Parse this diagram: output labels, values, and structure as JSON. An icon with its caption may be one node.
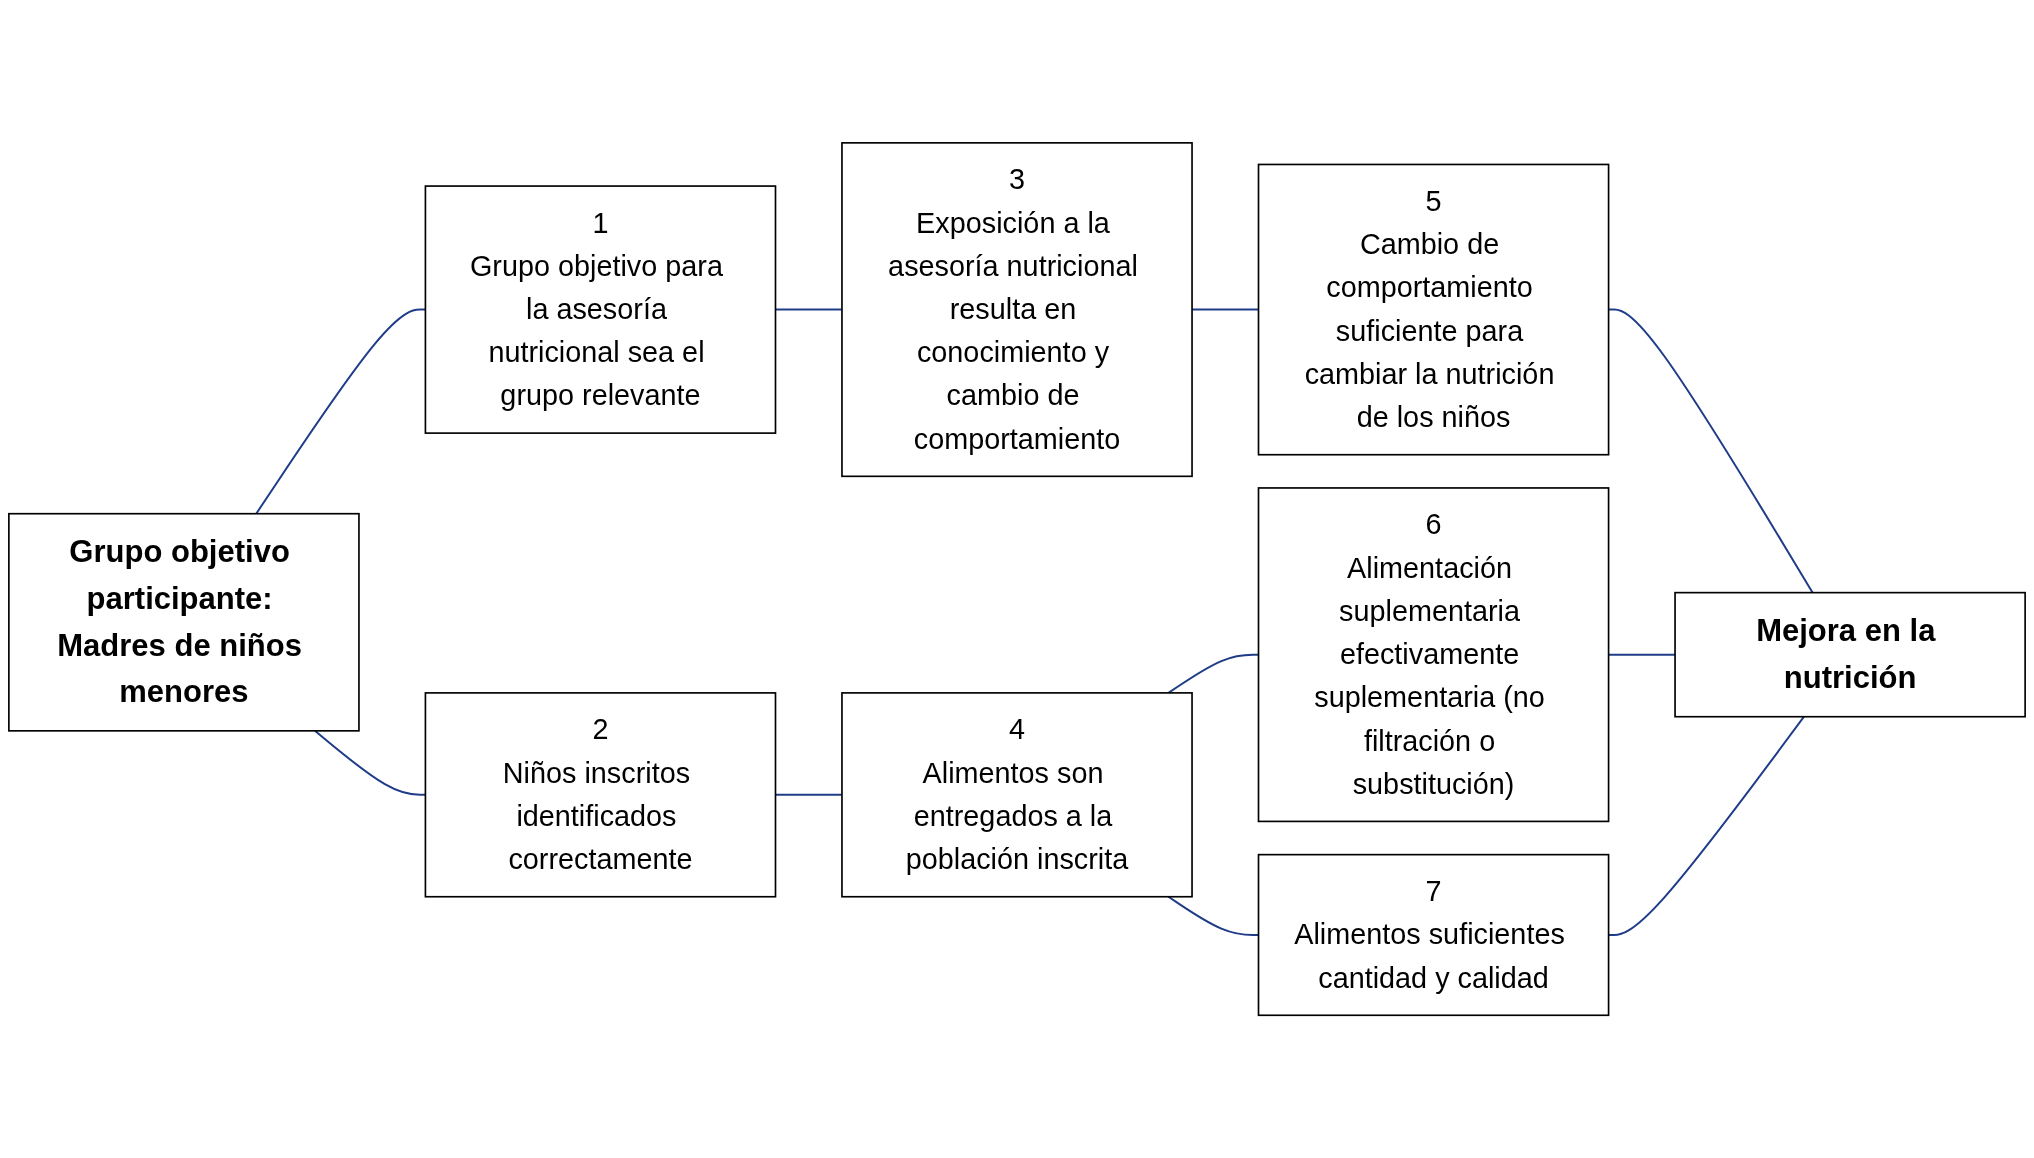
{
  "diagram": {
    "nodes": [
      {
        "text": [
          "Grupo objetivo participante: Madres de niños menores"
        ]
      },
      {
        "text": [
          "1",
          "Grupo objetivo para la asesoría nutricional sea el grupo relevante"
        ]
      },
      {
        "text": [
          "2",
          "Niños inscritos identificados correctamente"
        ]
      },
      {
        "text": [
          "3",
          "Exposición a la asesoría nutricional resulta en conocimiento y cambio de comportamiento"
        ]
      },
      {
        "text": [
          "4",
          "Alimentos son entregados a la población inscrita"
        ]
      },
      {
        "text": [
          "5",
          "Cambio de comportamiento suficiente para cambiar la nutrición de los niños"
        ]
      },
      {
        "text": [
          "6",
          "Alimentación suplementaria efectivamente suplementaria (no filtración o substitución)"
        ]
      },
      {
        "text": [
          "7",
          "Alimentos suficientes cantidad y calidad"
        ]
      },
      {
        "text": [
          "Mejora en la nutrición"
        ]
      }
    ],
    "edges": [
      {
        "from": 0,
        "to": 1,
        "arrow": "none"
      },
      {
        "from": 0,
        "to": 2,
        "arrow": "none"
      },
      {
        "from": 1,
        "to": 3,
        "arrow": "none"
      },
      {
        "from": 2,
        "to": 4,
        "arrow": "none"
      },
      {
        "from": 3,
        "to": 5,
        "arrow": "none"
      },
      {
        "from": 4,
        "to": 6,
        "arrow": "none"
      },
      {
        "from": 4,
        "to": 7,
        "arrow": "none"
      },
      {
        "from": 5,
        "to": 8,
        "arrow": "none"
      },
      {
        "from": 6,
        "to": 8,
        "arrow": "none"
      },
      {
        "from": 7,
        "to": 8,
        "arrow": "none"
      }
    ]
  }
}
